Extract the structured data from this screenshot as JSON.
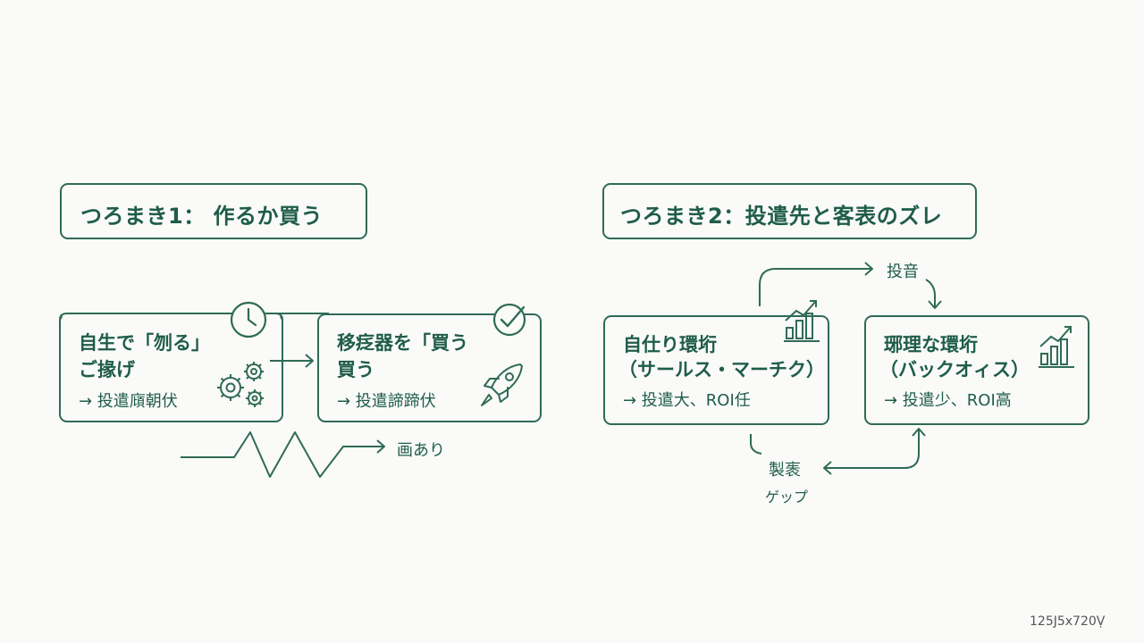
{
  "left": {
    "title": "つろまき1： 作るか買う",
    "card1": {
      "line1": "自生で「刎る」",
      "line2": "ご掾げ",
      "result": "→ 投遣廎朝伏"
    },
    "card2": {
      "line1": "移疺器を「買う",
      "line2": "買う",
      "result": "→ 投遣諦蹄伏"
    },
    "wave_label": "画あり"
  },
  "right": {
    "title": "つろまき2：投遣先と客表のズレ",
    "card1": {
      "line1": "自仕り環垳",
      "line2": "（サールス・マーチク）",
      "result": "→ 投遣大、ROI任"
    },
    "card2": {
      "line1": "琊理な環垳",
      "line2": "（バックオィス）",
      "result": "→ 投遣少、ROI高"
    },
    "top_label": "投音",
    "bottom_label1": "製袠",
    "bottom_label2": "ゲップ"
  },
  "footer": {
    "dimensions": "125Ј5x720Ṿ"
  },
  "icons": {
    "clock": "clock-icon",
    "gears": "gears-icon",
    "check": "checkmark-icon",
    "rocket": "rocket-icon",
    "chart1": "bar-chart-icon",
    "chart2": "bar-chart-icon"
  },
  "colors": {
    "accent": "#1f5d48",
    "background": "#fafaf9"
  }
}
